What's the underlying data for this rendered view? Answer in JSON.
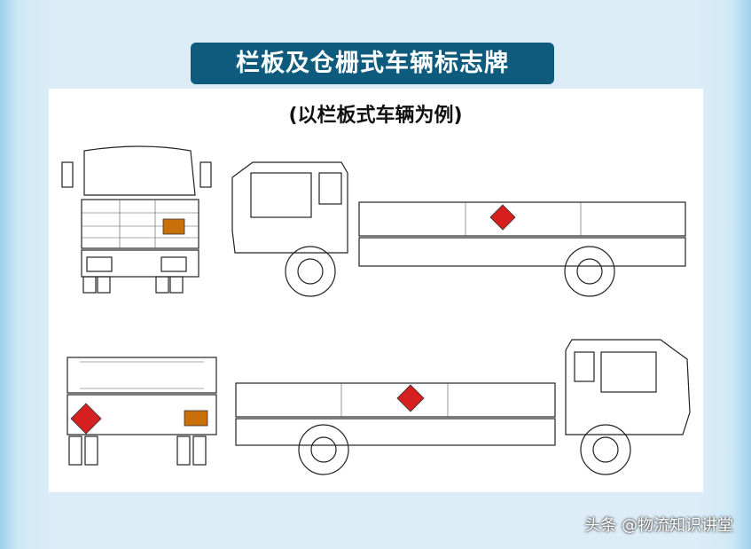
{
  "title": "栏板及仓栅式车辆标志牌",
  "subtitle": "(以栏板式车辆为例)",
  "watermark": "头条 @物流知识讲堂",
  "colors": {
    "title_bg": "#0f5b7d",
    "placard_orange": "#c9700a",
    "diamond_red": "#d62020"
  }
}
